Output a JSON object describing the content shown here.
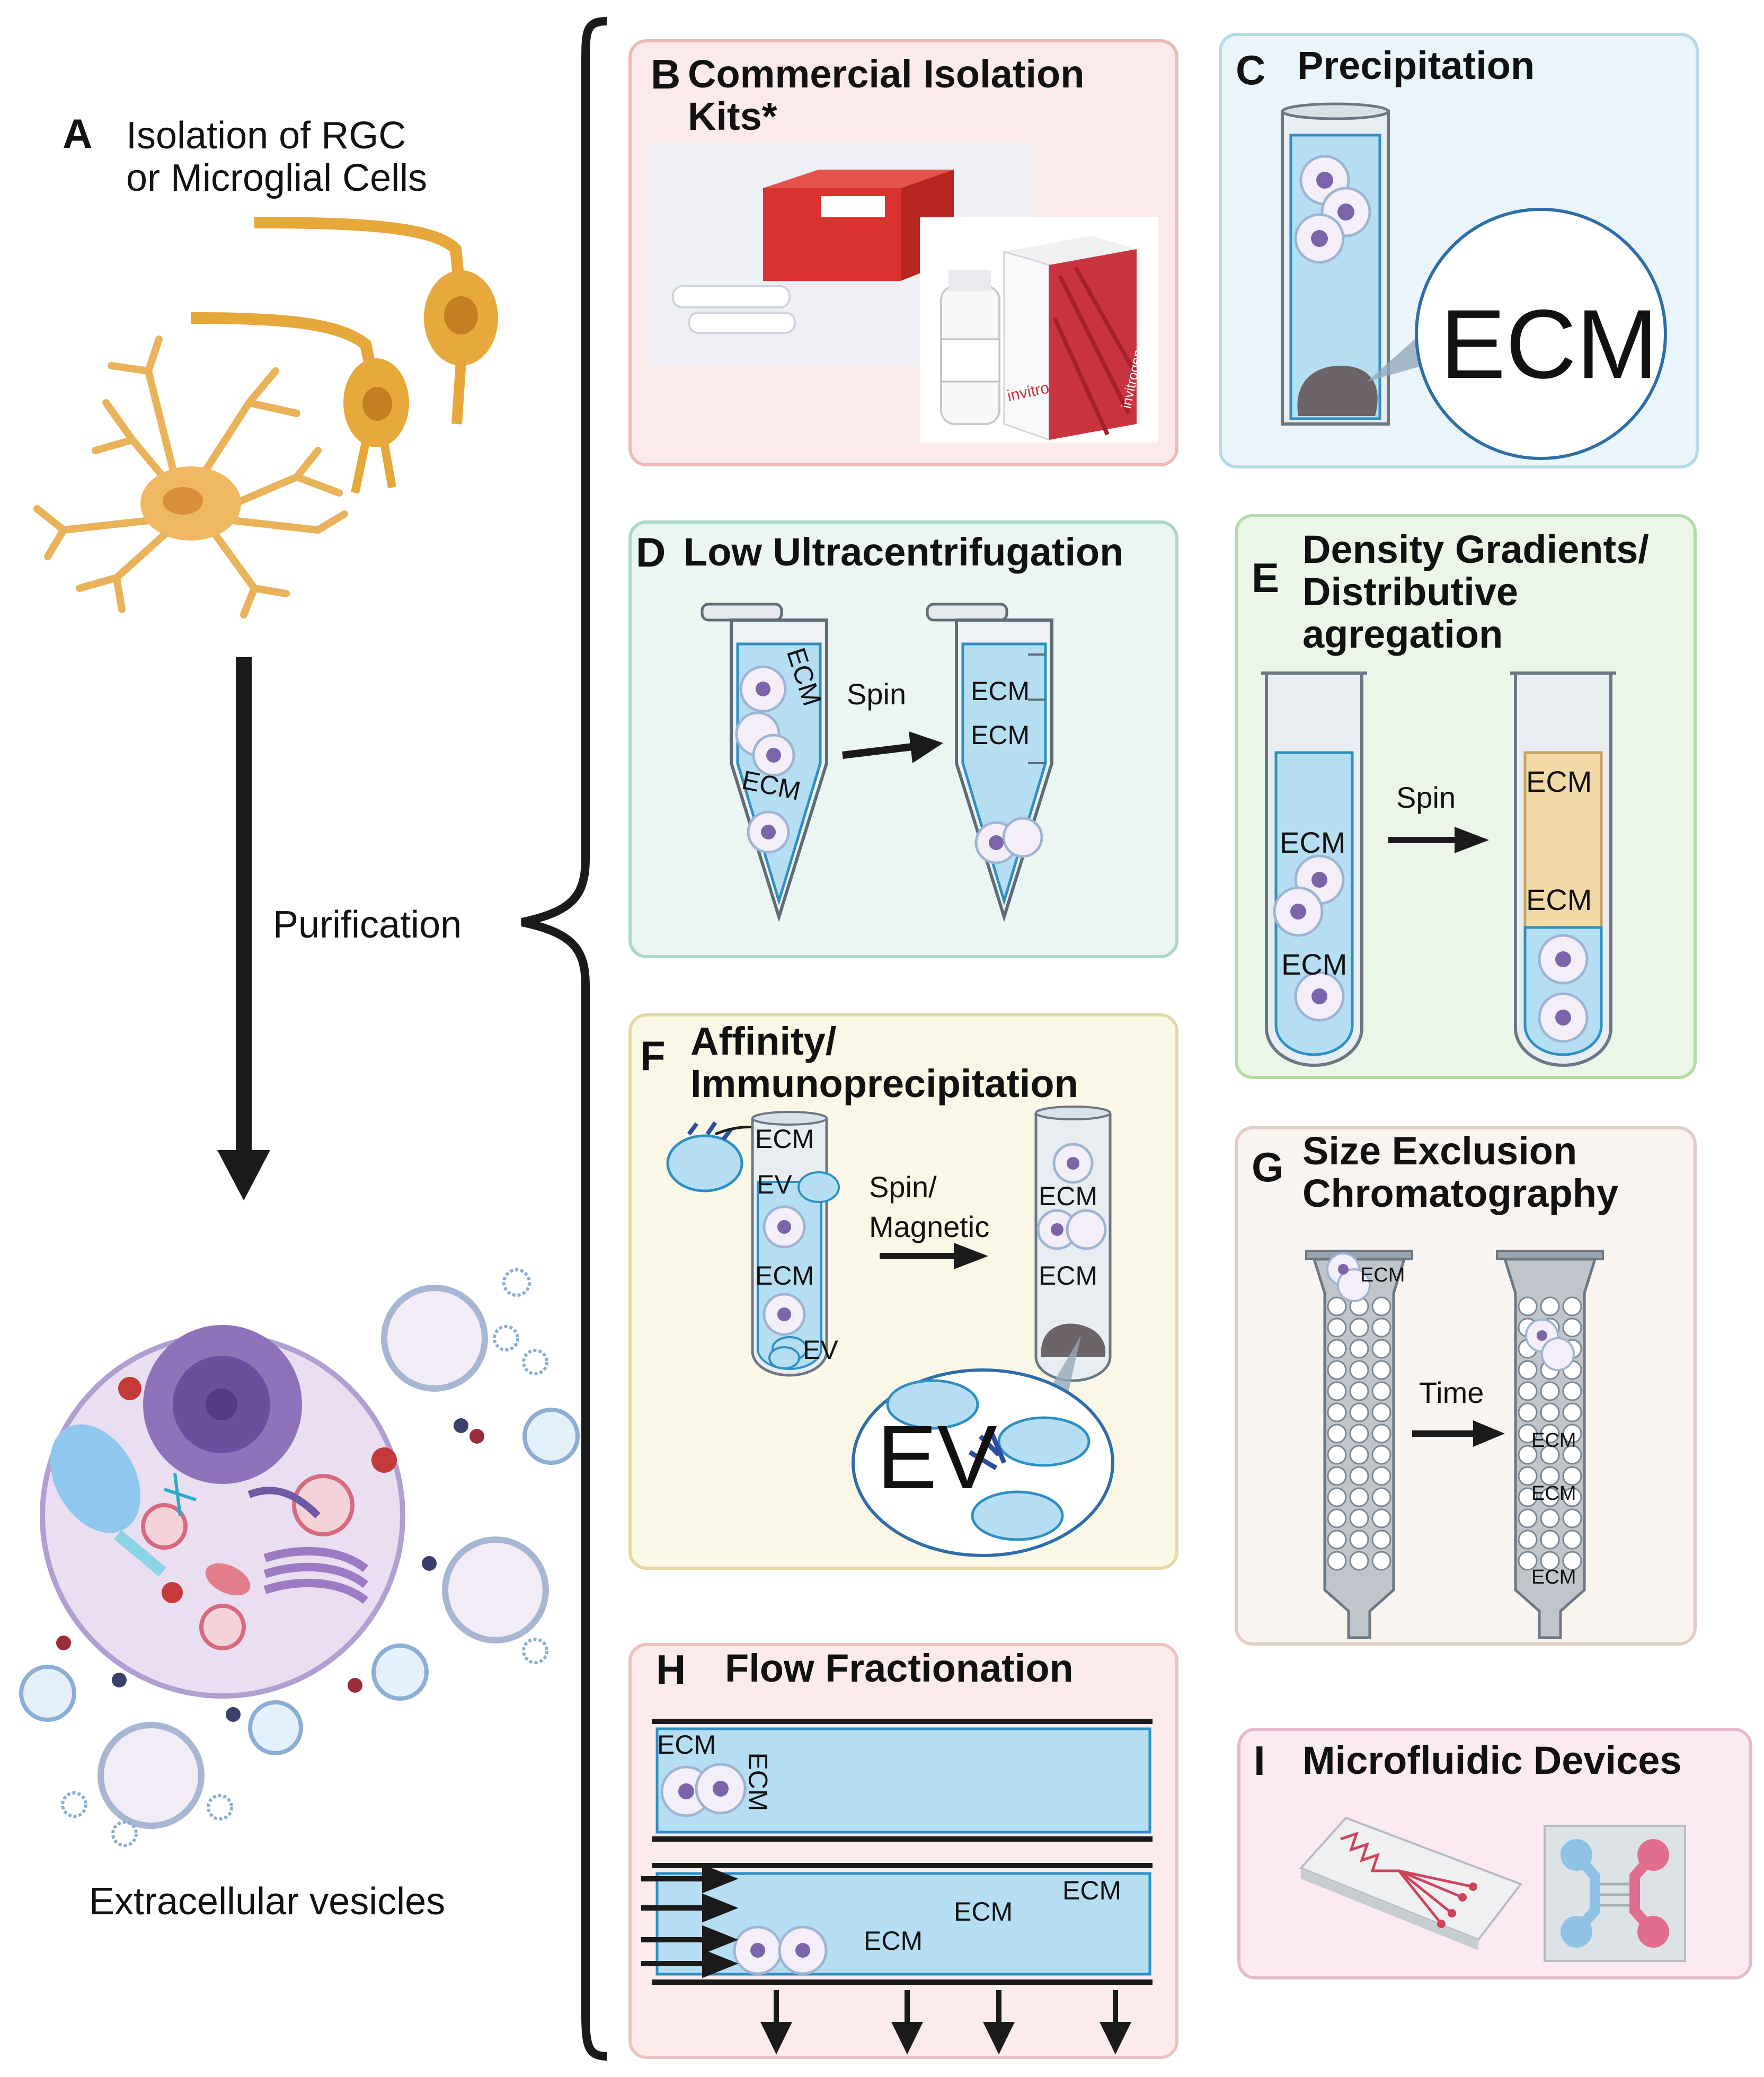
{
  "panel_a": {
    "letter": "A",
    "title_line1": "Isolation of RGC",
    "title_line2": "or Microglial Cells",
    "arrow_label": "Purification",
    "bottom_label": "Extracellular vesicles"
  },
  "panel_b": {
    "letter": "B",
    "title_line1": "Commercial Isolation",
    "title_line2": "Kits*",
    "kit_brand_1": "invitrogen",
    "kit_brand_2": "invitrogen"
  },
  "panel_c": {
    "letter": "C",
    "title": "Precipitation",
    "zoom_label": "ECM"
  },
  "panel_d": {
    "letter": "D",
    "title": "Low Ultracentrifugation",
    "arrow_label": "Spin",
    "tube1_label_a": "ECM",
    "tube1_label_b": "ECM",
    "tube2_label_a": "ECM",
    "tube2_label_b": "ECM"
  },
  "panel_e": {
    "letter": "E",
    "title_line1": "Density Gradients/",
    "title_line2": "Distributive",
    "title_line3": "agregation",
    "arrow_label": "Spin",
    "tube1_label_a": "ECM",
    "tube1_label_b": "ECM",
    "tube2_label_a": "ECM",
    "tube2_label_b": "ECM"
  },
  "panel_f": {
    "letter": "F",
    "title_line1": "Affinity/",
    "title_line2": "Immunoprecipitation",
    "arrow_label_1": "Spin/",
    "arrow_label_2": "Magnetic",
    "tube1_ecm_a": "ECM",
    "tube1_ev_a": "EV",
    "tube1_ecm_b": "ECM",
    "tube1_ev_b": "EV",
    "tube2_ecm_a": "ECM",
    "tube2_ecm_b": "ECM",
    "zoom_label": "EV"
  },
  "panel_g": {
    "letter": "G",
    "title_line1": "Size Exclusion",
    "title_line2": "Chromatography",
    "arrow_label": "Time",
    "col1_label": "ECM",
    "col2_label_a": "ECM",
    "col2_label_b": "ECM",
    "col2_label_c": "ECM"
  },
  "panel_h": {
    "letter": "H",
    "title": "Flow Fractionation",
    "top_label_a": "ECM",
    "top_label_b": "ECM",
    "bottom_label_a": "ECM",
    "bottom_label_b": "ECM",
    "bottom_label_c": "ECM"
  },
  "panel_i": {
    "letter": "I",
    "title": "Microfluidic Devices"
  }
}
